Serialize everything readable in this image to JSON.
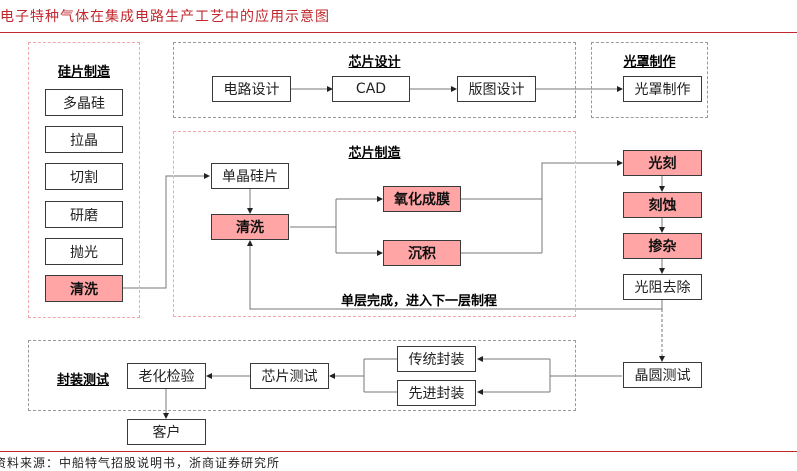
{
  "title": "电子特种气体在集成电路生产工艺中的应用示意图",
  "source": "资料来源：中船特气招股说明书，浙商证券研究所",
  "colors": {
    "highlight": "#ffa5a5",
    "accent_red": "#c0282d",
    "pink_dash": "#f2a9ab",
    "gray_dash": "#9a9a9a"
  },
  "groups": {
    "wafer_making": {
      "title": "硅片制造",
      "steps": [
        "多晶硅",
        "拉晶",
        "切割",
        "研磨",
        "抛光",
        "清洗"
      ],
      "highlighted": [
        "清洗"
      ]
    },
    "chip_design": {
      "title": "芯片设计",
      "steps": [
        "电路设计",
        "CAD",
        "版图设计"
      ]
    },
    "mask_making": {
      "title": "光罩制作",
      "steps": [
        "光罩制作"
      ]
    },
    "chip_fab": {
      "title": "芯片制造",
      "steps": [
        "单晶硅片",
        "清洗",
        "氧化成膜",
        "沉积"
      ],
      "highlighted": [
        "清洗",
        "氧化成膜",
        "沉积"
      ],
      "loop_note": "单层完成，进入下一层制程"
    },
    "litho_chain": {
      "steps": [
        "光刻",
        "刻蚀",
        "掺杂",
        "光阻去除",
        "晶圆测试"
      ],
      "highlighted": [
        "光刻",
        "刻蚀",
        "掺杂"
      ]
    },
    "packaging_test": {
      "title": "封装测试",
      "steps": [
        "传统封装",
        "先进封装",
        "芯片测试",
        "老化检验"
      ]
    },
    "customer": {
      "label": "客户"
    }
  }
}
